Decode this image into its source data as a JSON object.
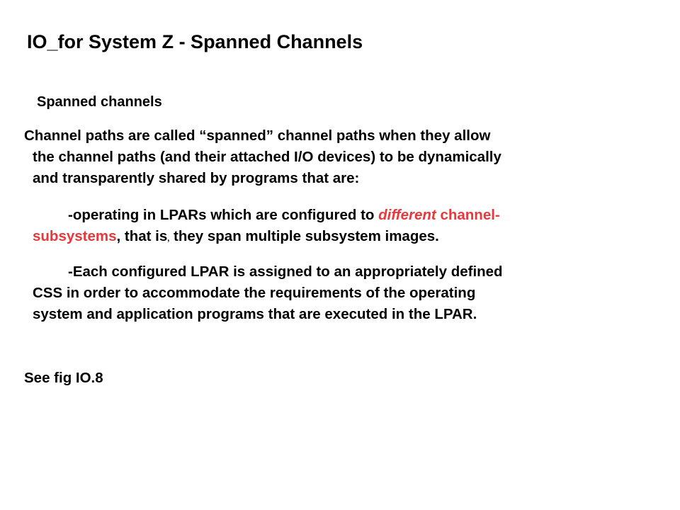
{
  "slide": {
    "title": "IO_for System Z  - Spanned Channels",
    "subtitle": "Spanned channels",
    "paragraph1": {
      "line1": "Channel paths are called “spanned” channel paths when they allow",
      "line2": "the channel paths (and their attached I/O devices) to be dynamically",
      "line3": "and transparently shared by programs that are:"
    },
    "paragraph2": {
      "lead": "-operating in LPARs which are configured to ",
      "emph_word": "different",
      "red_part1": " channel-",
      "red_part2": "subsystems",
      "after_red": ", that is",
      "tiny_comma": ",",
      "tail": " they span multiple subsystem images."
    },
    "paragraph3": {
      "line1": "-Each configured LPAR is assigned to an appropriately defined",
      "line2": "CSS in order to accommodate the  requirements of the operating",
      "line3": "system and  application programs that are executed in  the  LPAR."
    },
    "footer_ref": "See fig IO.8"
  },
  "colors": {
    "text": "#000000",
    "highlight": "#e8383b",
    "background": "#ffffff"
  }
}
